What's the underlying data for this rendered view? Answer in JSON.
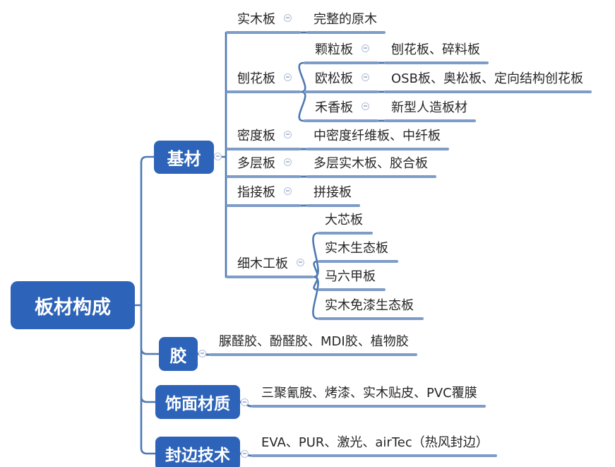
{
  "root": {
    "label": "板材构成"
  },
  "branches": [
    {
      "label": "基材",
      "children": [
        {
          "label": "实木板",
          "desc": "完整的原木"
        },
        {
          "label": "刨花板",
          "children": [
            {
              "label": "颗粒板",
              "desc": "刨花板、碎料板"
            },
            {
              "label": "欧松板",
              "desc": "OSB板、奥松板、定向结构创花板"
            },
            {
              "label": "禾香板",
              "desc": "新型人造板材"
            }
          ]
        },
        {
          "label": "密度板",
          "desc": "中密度纤维板、中纤板"
        },
        {
          "label": "多层板",
          "desc": "多层实木板、胶合板"
        },
        {
          "label": "指接板",
          "desc": "拼接板"
        },
        {
          "label": "细木工板",
          "children": [
            {
              "label": "大芯板"
            },
            {
              "label": "实木生态板"
            },
            {
              "label": "马六甲板"
            },
            {
              "label": "实木免漆生态板"
            }
          ]
        }
      ]
    },
    {
      "label": "胶",
      "desc": "脲醛胶、酚醛胶、MDI胶、植物胶"
    },
    {
      "label": "饰面材质",
      "desc": "三聚氰胺、烤漆、实木贴皮、PVC覆膜"
    },
    {
      "label": "封边技术",
      "desc": "EVA、PUR、激光、airTec（热风封边）"
    }
  ],
  "colors": {
    "topic_box": "#2d63b8",
    "underline": "#7d9cc8",
    "connector": "#4e79b2"
  }
}
